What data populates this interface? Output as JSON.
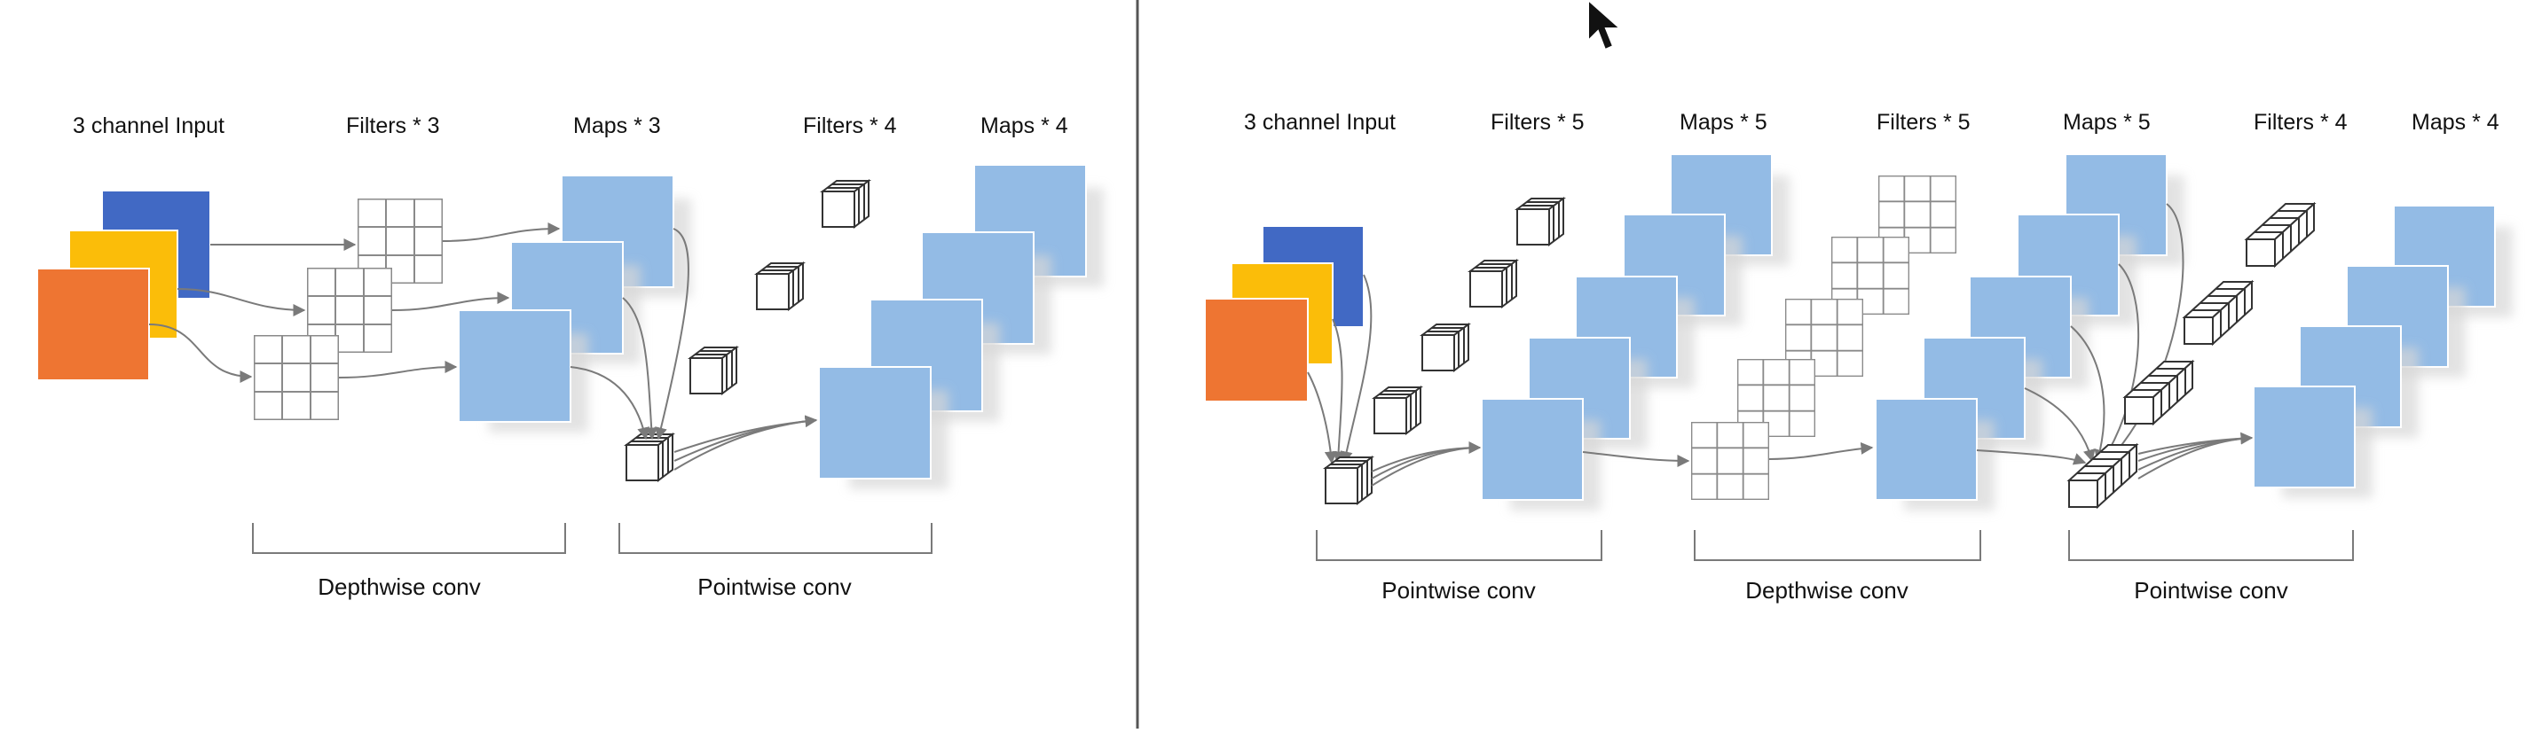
{
  "colors": {
    "blue_input": "#4169c4",
    "yellow_input": "#fbbd09",
    "orange_input": "#ee7532",
    "map": "#93bbe5",
    "grid_stroke": "#8a8a8a",
    "line": "#7a7a7a",
    "divider": "#555555"
  },
  "left_panel": {
    "headers": {
      "input": "3 channel Input",
      "filters1": "Filters * 3",
      "maps1": "Maps * 3",
      "filters2": "Filters * 4",
      "maps2": "Maps * 4"
    },
    "brackets": {
      "depthwise": "Depthwise conv",
      "pointwise": "Pointwise conv"
    }
  },
  "right_panel": {
    "headers": {
      "input": "3 channel Input",
      "filters1": "Filters * 5",
      "maps1": "Maps * 5",
      "filters2": "Filters * 5",
      "maps2": "Maps * 5",
      "filters3": "Filters * 4",
      "maps3": "Maps * 4"
    },
    "brackets": {
      "pointwise1": "Pointwise conv",
      "depthwise": "Depthwise conv",
      "pointwise2": "Pointwise conv"
    }
  },
  "icons": {
    "cursor": "mouse-pointer-icon"
  }
}
